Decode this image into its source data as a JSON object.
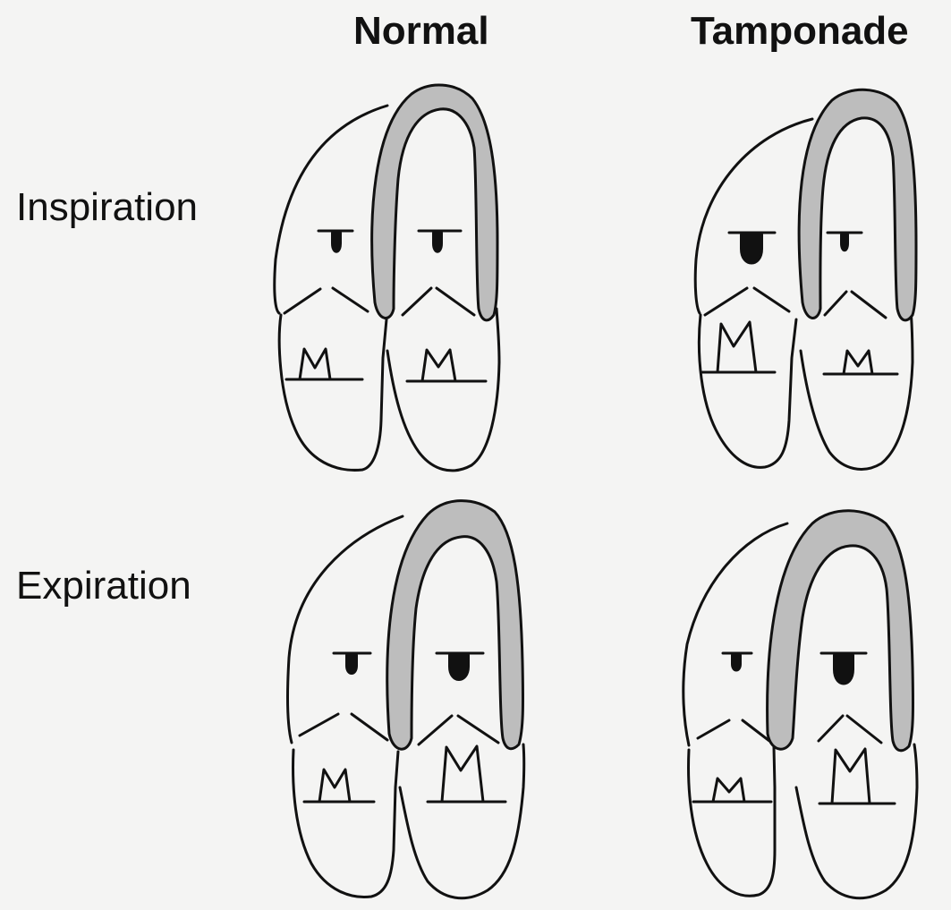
{
  "columns": {
    "normal": "Normal",
    "tamponade": "Tamponade"
  },
  "rows": {
    "inspiration": "Inspiration",
    "expiration": "Expiration"
  },
  "colors": {
    "septum_fill": "#bdbdbd",
    "stroke": "#111111",
    "background": "#f4f4f3"
  },
  "panels": [
    {
      "row": "inspiration",
      "column": "normal",
      "right_ventricle_size": "normal",
      "tricuspid_flow": "normal",
      "mitral_flow": "normal",
      "septum": "midline"
    },
    {
      "row": "inspiration",
      "column": "tamponade",
      "right_ventricle_size": "enlarged",
      "tricuspid_flow": "increased",
      "mitral_flow": "decreased",
      "septum": "shifted-left"
    },
    {
      "row": "expiration",
      "column": "normal",
      "right_ventricle_size": "normal",
      "tricuspid_flow": "normal",
      "mitral_flow": "normal",
      "septum": "midline"
    },
    {
      "row": "expiration",
      "column": "tamponade",
      "right_ventricle_size": "reduced",
      "tricuspid_flow": "decreased",
      "mitral_flow": "increased",
      "septum": "shifted-right"
    }
  ]
}
